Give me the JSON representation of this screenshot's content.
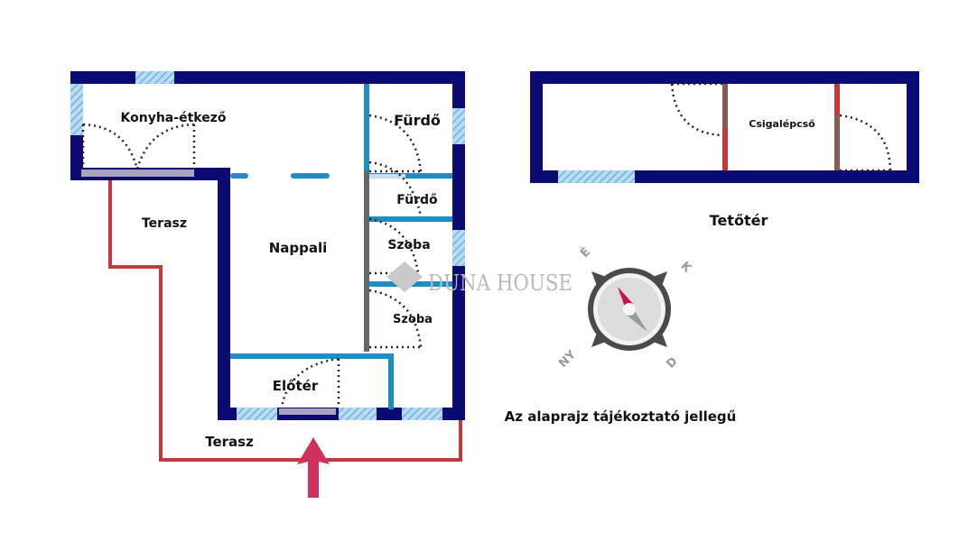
{
  "ground_floor": {
    "rooms": {
      "kitchen": "Konyha-étkező",
      "bath1": "Fürdő",
      "bath2": "Fürdő",
      "room1": "Szoba",
      "room2": "Szoba",
      "living": "Nappali",
      "hall": "Előtér",
      "terrace_top": "Terasz",
      "terrace_bottom": "Terasz"
    }
  },
  "attic": {
    "title": "Tetőtér",
    "stair": "Csigalépcső"
  },
  "compass": {
    "north": "É",
    "east": "K",
    "south": "D",
    "west": "NY"
  },
  "watermark": "DUNA HOUSE",
  "disclaimer": "Az alaprajz tájékoztató jellegű",
  "colors": {
    "wall": "#0b0b73",
    "inner_wall": "#1b8fc4",
    "terrace": "#c0393b",
    "entrance_arrow": "#d0305a",
    "compass_needle": "#c8124e"
  }
}
